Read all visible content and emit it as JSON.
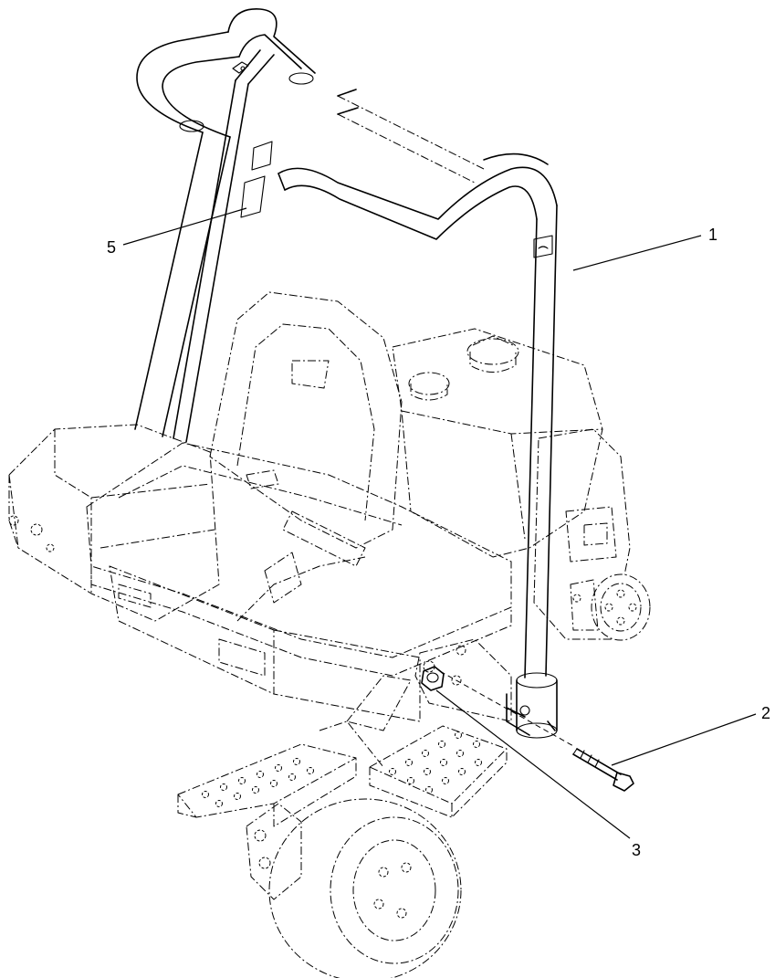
{
  "callouts": [
    {
      "id": "1",
      "label": "1"
    },
    {
      "id": "2",
      "label": "2"
    },
    {
      "id": "3",
      "label": "3"
    },
    {
      "id": "5",
      "label": "5"
    }
  ]
}
